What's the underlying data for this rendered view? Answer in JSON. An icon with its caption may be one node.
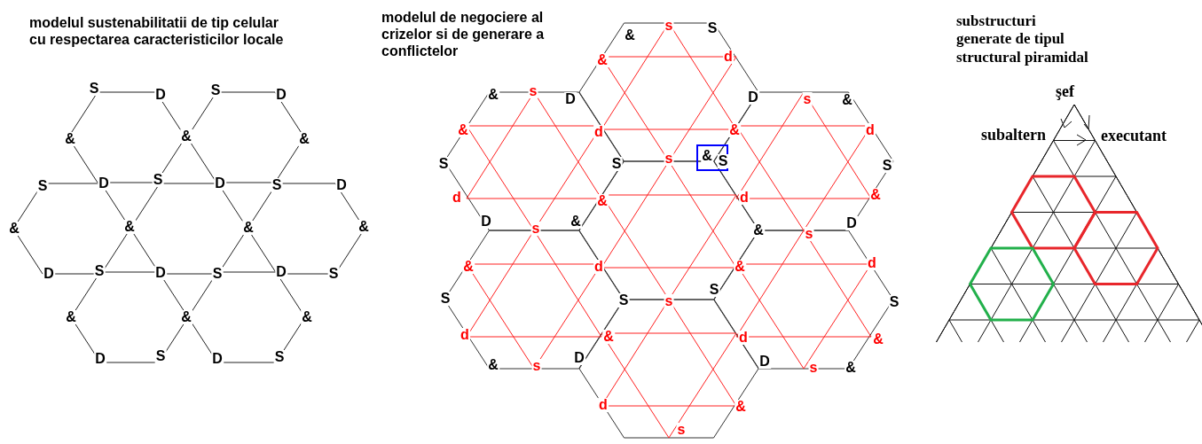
{
  "diagram": {
    "labels": [
      "modelul sustenabilitatii de tip celular cu respectarea caracteristicilor locale",
      "S",
      "D",
      "S",
      "D",
      "&",
      "&",
      "&",
      "S",
      "D",
      "S",
      "D",
      "S",
      "D",
      "&",
      "&",
      "&",
      "&",
      "D",
      "S",
      "D",
      "S",
      "D",
      "S",
      "&",
      "&",
      "&",
      "D",
      "S",
      "D",
      "S",
      "modelul de negociere al crizelor si de generare a conflictelor",
      "&",
      "s",
      "S",
      "&",
      "d",
      "&",
      "s",
      "D",
      "D",
      "s",
      "&",
      "&",
      "d",
      "&",
      "d",
      "S",
      "S",
      "s",
      "&",
      "S",
      "S",
      "d",
      "&",
      "d",
      "&",
      "D",
      "s",
      "&",
      "&",
      "s",
      "D",
      "&",
      "d",
      "&",
      "d",
      "S",
      "S",
      "s",
      "S",
      "S",
      "d",
      "&",
      "d",
      "&",
      "&",
      "s",
      "D",
      "D",
      "s",
      "&",
      "d",
      "&",
      "s",
      "substructuri generate de tipul structural piramidal",
      "şef",
      "subaltern",
      "executant"
    ]
  }
}
